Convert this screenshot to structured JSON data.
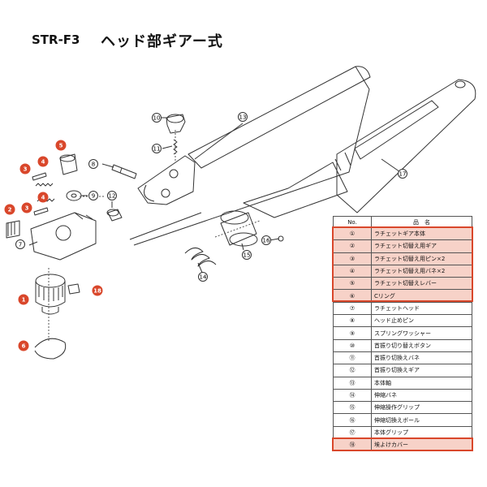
{
  "header": {
    "model": "STR-F3",
    "title": "ヘッド部ギアー式"
  },
  "table": {
    "headers": [
      "No.",
      "品　名"
    ],
    "rows": [
      {
        "no": "①",
        "name": "ラチェットギア本体",
        "highlight": true
      },
      {
        "no": "②",
        "name": "ラチェット切替え用ギア",
        "highlight": true
      },
      {
        "no": "③",
        "name": "ラチェット切替え用ピン×2",
        "highlight": true
      },
      {
        "no": "④",
        "name": "ラチェット切替え用バネ×2",
        "highlight": true
      },
      {
        "no": "⑤",
        "name": "ラチェット切替えレバー",
        "highlight": true
      },
      {
        "no": "⑥",
        "name": "Cリング",
        "highlight": true
      },
      {
        "no": "⑦",
        "name": "ラチェットヘッド",
        "highlight": false
      },
      {
        "no": "⑧",
        "name": "ヘッド止めピン",
        "highlight": false
      },
      {
        "no": "⑨",
        "name": "スプリングワッシャー",
        "highlight": false
      },
      {
        "no": "⑩",
        "name": "首振り切り替えボタン",
        "highlight": false
      },
      {
        "no": "⑪",
        "name": "首振り切換えバネ",
        "highlight": false
      },
      {
        "no": "⑫",
        "name": "首振り切換えギア",
        "highlight": false
      },
      {
        "no": "⑬",
        "name": "本体軸",
        "highlight": false
      },
      {
        "no": "⑭",
        "name": "伸縮バネ",
        "highlight": false
      },
      {
        "no": "⑮",
        "name": "伸縮操作グリップ",
        "highlight": false
      },
      {
        "no": "⑯",
        "name": "伸縮切換えボール",
        "highlight": false
      },
      {
        "no": "⑰",
        "name": "本体グリップ",
        "highlight": false
      },
      {
        "no": "⑱",
        "name": "埃よけカバー",
        "highlight": true
      }
    ]
  },
  "callouts": [
    {
      "label": "1",
      "red": true
    },
    {
      "label": "2",
      "red": true
    },
    {
      "label": "3",
      "red": true
    },
    {
      "label": "3",
      "red": true
    },
    {
      "label": "4",
      "red": true
    },
    {
      "label": "4",
      "red": true
    },
    {
      "label": "5",
      "red": true
    },
    {
      "label": "6",
      "red": true
    },
    {
      "label": "7",
      "red": false
    },
    {
      "label": "8",
      "red": false
    },
    {
      "label": "9",
      "red": false
    },
    {
      "label": "10",
      "red": false
    },
    {
      "label": "11",
      "red": false
    },
    {
      "label": "12",
      "red": false
    },
    {
      "label": "13",
      "red": false
    },
    {
      "label": "14",
      "red": false
    },
    {
      "label": "15",
      "red": false
    },
    {
      "label": "16",
      "red": false
    },
    {
      "label": "17",
      "red": false
    },
    {
      "label": "18",
      "red": true
    }
  ],
  "colors": {
    "accent": "#d9472b",
    "highlight_fill": "#f7d2c8",
    "line": "#333333"
  }
}
